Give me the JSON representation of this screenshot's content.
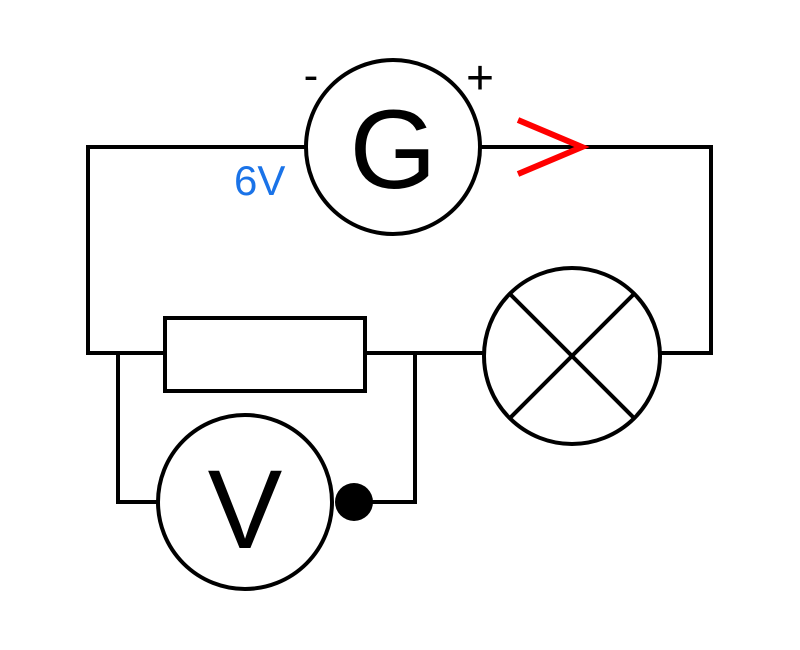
{
  "generator": {
    "symbol": "G",
    "minus_sign": "-",
    "plus_sign": "+",
    "voltage_label": "6V"
  },
  "voltmeter": {
    "symbol": "V"
  },
  "current_arrow": {
    "icon": "arrow-right-icon"
  },
  "colors": {
    "wire": "#000000",
    "voltage_label": "#1a73e8",
    "current_arrow": "#ff0000"
  },
  "components": [
    "generator",
    "resistor",
    "lamp",
    "voltmeter"
  ]
}
